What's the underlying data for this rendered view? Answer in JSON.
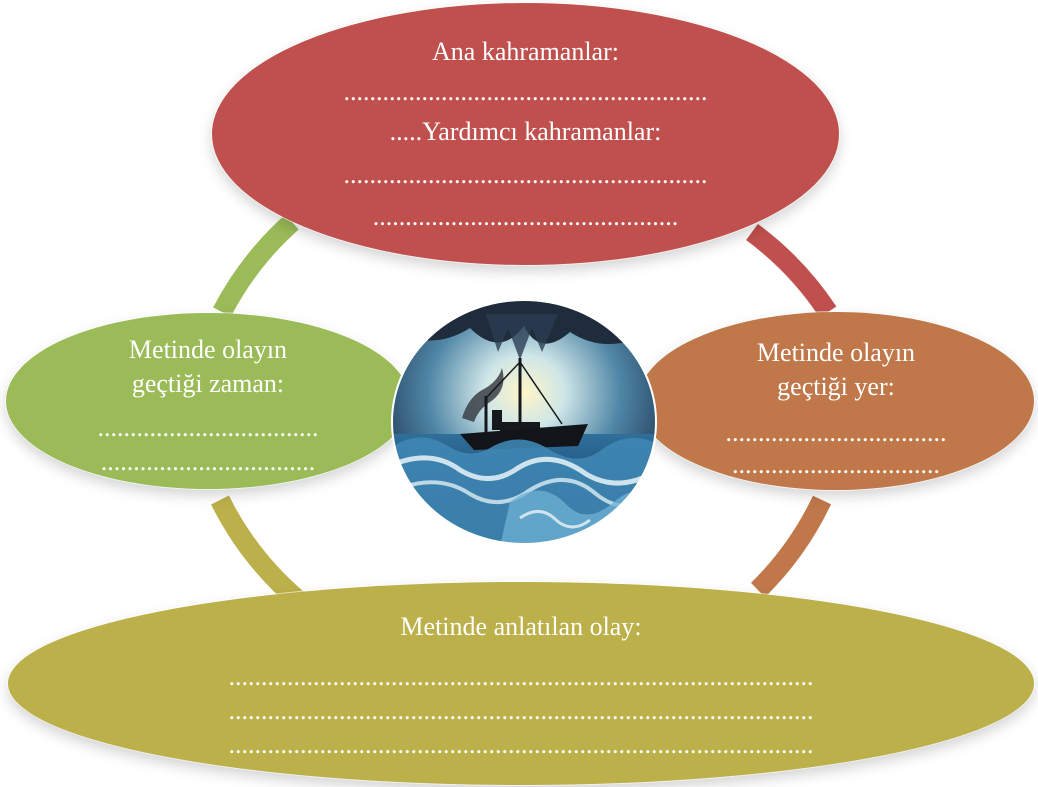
{
  "colors": {
    "top": "#c0504d",
    "left": "#9bbb59",
    "right": "#c0784a",
    "bottom": "#bcb04a",
    "ring_top_right": "#c0504d",
    "ring_top_left": "#9bbb59",
    "ring_bottom_left": "#bcb04a",
    "ring_bottom_right": "#c0784a"
  },
  "top_node": {
    "line1": "Ana kahramanlar:",
    "line2": "........................................................",
    "line3": ".....Yardımcı kahramanlar:",
    "line4": "........................................................",
    "line5": "..............................................."
  },
  "left_node": {
    "line1": "Metinde olayın",
    "line2": "geçtiği zaman:",
    "line3": "..................................",
    "line4": "................................."
  },
  "right_node": {
    "line1": "Metinde olayın",
    "line2": "geçtiği yer:",
    "line3": "..................................",
    "line4": "................................"
  },
  "bottom_node": {
    "line1": "Metinde anlatılan olay:",
    "line2": "..........................................................................................",
    "line3": "..........................................................................................",
    "line4": ".........................................................................................."
  },
  "center_icon": "ship-in-storm-image"
}
